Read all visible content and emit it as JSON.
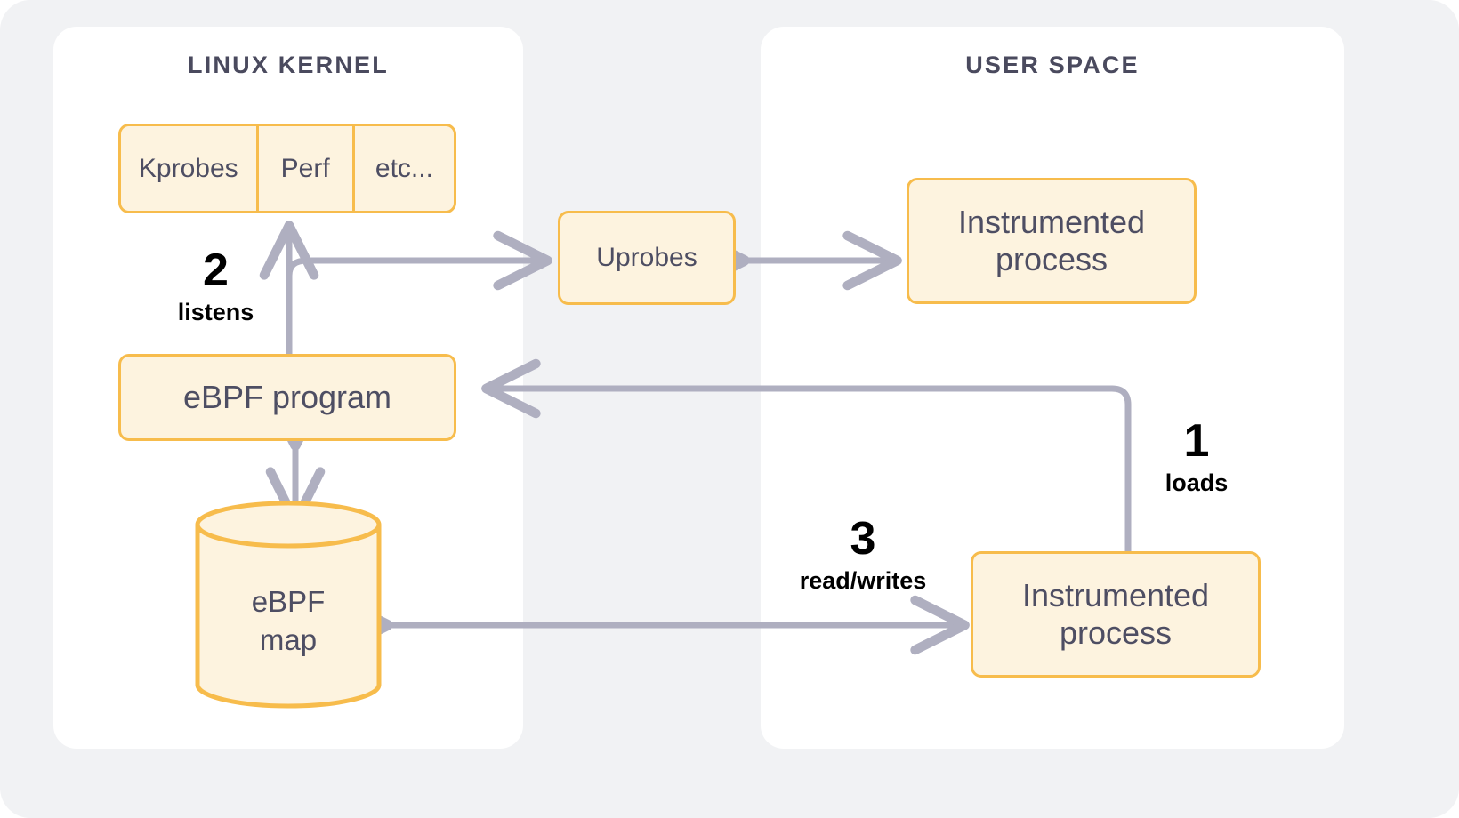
{
  "diagram": {
    "title_kernel": "LINUX KERNEL",
    "title_userspace": "USER SPACE",
    "colors": {
      "page_background": "#F1F2F4",
      "panel_background": "#FFFFFF",
      "node_fill": "#FDF3DF",
      "node_border": "#F7BC4C",
      "node_text": "#4E4E63",
      "panel_title_text": "#4A4A5E",
      "arrow": "#AFAFC0",
      "step_text": "#000000"
    },
    "panels": [
      {
        "name": "linux-kernel",
        "label": "LINUX KERNEL"
      },
      {
        "name": "user-space",
        "label": "USER SPACE"
      }
    ],
    "hook_segments": [
      {
        "label": "Kprobes"
      },
      {
        "label": "Perf"
      },
      {
        "label": "etc..."
      }
    ],
    "nodes": {
      "ebpf_program": "eBPF program",
      "ebpf_map_line1": "eBPF",
      "ebpf_map_line2": "map",
      "uprobes": "Uprobes",
      "instrumented_process_top_line1": "Instrumented",
      "instrumented_process_top_line2": "process",
      "instrumented_process_bottom_line1": "Instrumented",
      "instrumented_process_bottom_line2": "process"
    },
    "steps": [
      {
        "number": "1",
        "word": "loads"
      },
      {
        "number": "2",
        "word": "listens"
      },
      {
        "number": "3",
        "word": "read/writes"
      }
    ]
  }
}
